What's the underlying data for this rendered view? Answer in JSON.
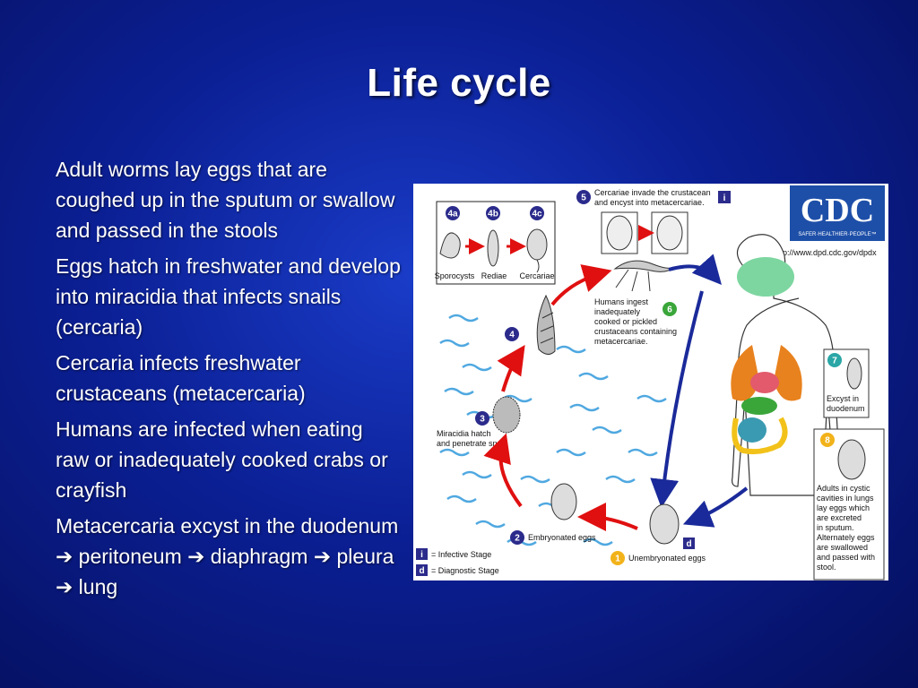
{
  "slide": {
    "title": "Life cycle",
    "bullets": [
      "Adult worms lay eggs that are coughed up in the sputum or swallow and passed in the stools",
      "Eggs hatch in freshwater and develop into miracidia that infects snails (cercaria)",
      "Cercaria infects freshwater crustaceans (metacercaria)",
      "Humans are infected when eating raw or inadequately cooked crabs or crayfish",
      "Metacercaria excyst in the duodenum ➔ peritoneum ➔ diaphragm ➔ pleura ➔ lung"
    ]
  },
  "figure": {
    "logo_text": "CDC",
    "logo_tagline": "SAFER·HEALTHIER·PEOPLE™",
    "url": "http://www.dpd.cdc.gov/dpdx",
    "steps": {
      "s4a": "4a",
      "s4b": "4b",
      "s4c": "4c",
      "sporocysts": "Sporocysts",
      "rediae": "Rediae",
      "cercariae": "Cercariae",
      "s5": "5",
      "s5_line1": "Cercariae invade the crustacean",
      "s5_line2": "and encyst into metacercariae.",
      "s6": "6",
      "s6_line1": "Humans ingest",
      "s6_line2": "inadequately",
      "s6_line3": "cooked or pickled",
      "s6_line4": "crustaceans containing",
      "s6_line5": "metacercariae.",
      "s4": "4",
      "s3": "3",
      "s3_line1": "Miracidia hatch",
      "s3_line2": "and penetrate snail",
      "s7": "7",
      "s7_line1": "Excyst in",
      "s7_line2": "duodenum",
      "s8": "8",
      "s8_lines": [
        "Adults in cystic",
        "cavities in lungs",
        "lay eggs which",
        "are excreted",
        "in sputum.",
        "Alternately eggs",
        "are swallowed",
        "and passed with",
        "stool."
      ],
      "s2": "2",
      "s2_label": "Embryonated eggs",
      "s1": "1",
      "s1_label": "Unembryonated eggs",
      "i_letter": "i",
      "d_letter": "d",
      "legend_i": "= Infective Stage",
      "legend_d": "= Diagnostic Stage"
    }
  },
  "colors": {
    "background": "#0b1f94",
    "red_arrow": "#e01010",
    "blue_arrow": "#1a2a9a",
    "water": "#4fa8e0",
    "step_circle": "#2b2b8c",
    "step1_circle": "#f2b21a",
    "step8_circle": "#f2b21a",
    "step7_circle": "#2aa6a6",
    "step6_circle": "#3aa63a",
    "lung": "#e8821e",
    "brain": "#7dd6a0"
  }
}
